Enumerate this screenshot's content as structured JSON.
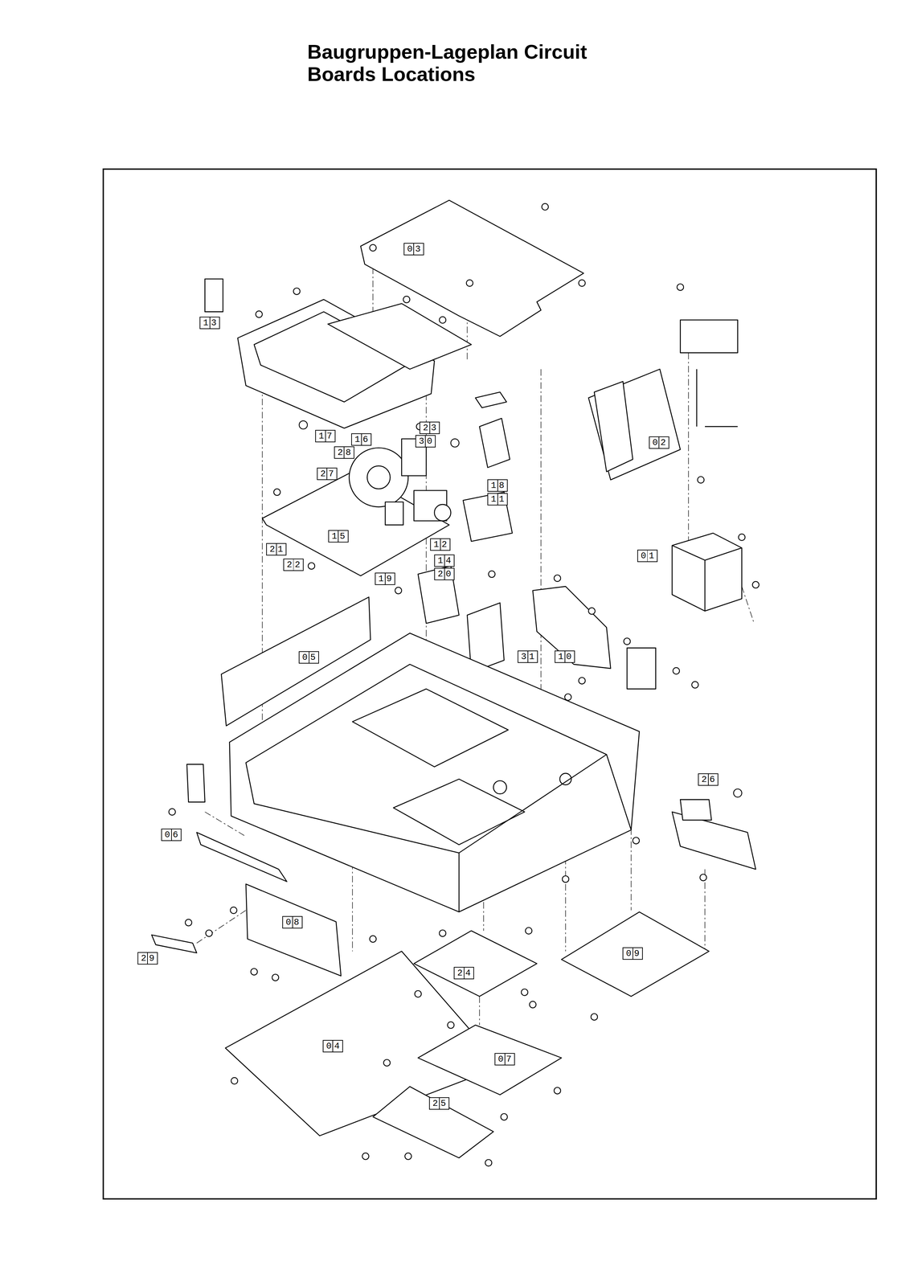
{
  "diagram": {
    "title": "Baugruppen-Lageplan Circuit Boards Locations",
    "labels": [
      "03",
      "13",
      "17",
      "16",
      "23",
      "30",
      "28",
      "27",
      "18",
      "11",
      "02",
      "15",
      "21",
      "22",
      "12",
      "14",
      "20",
      "19",
      "01",
      "05",
      "31",
      "10",
      "26",
      "06",
      "08",
      "29",
      "09",
      "24",
      "04",
      "07",
      "25"
    ]
  }
}
